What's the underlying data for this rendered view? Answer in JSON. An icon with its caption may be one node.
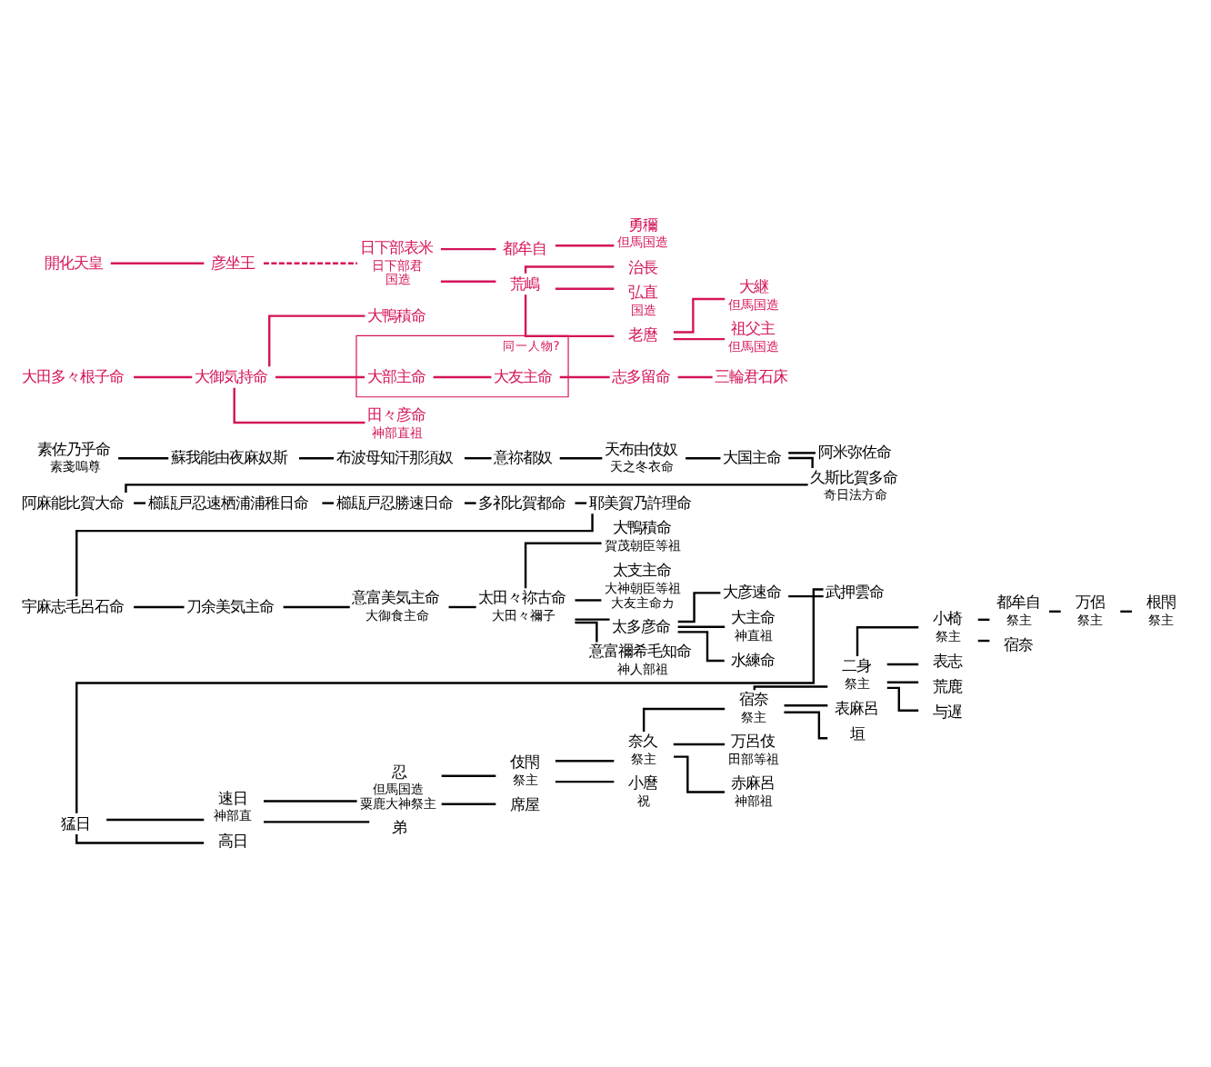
{
  "diagram": {
    "nodes": [
      {
        "text": [
          "素佐乃乎命"
        ],
        "beside": [
          "素戔嗚尊"
        ]
      },
      {
        "text": [
          "蘇我能由夜麻奴斯"
        ]
      },
      {
        "text": [
          "布波母知汗那須奴"
        ]
      },
      {
        "text": [
          "意祢都奴"
        ]
      },
      {
        "text": [
          "天布由伎奴"
        ],
        "beside": [
          "天之冬衣命"
        ]
      },
      {
        "text": [
          "大国主命"
        ]
      },
      {
        "text": [
          "阿米弥佐命"
        ]
      },
      {
        "text": [
          "久斯比賀多命"
        ],
        "beside": [
          "奇日法方命"
        ]
      },
      {
        "text": [
          "阿麻能比賀大命"
        ]
      },
      {
        "text": [
          "櫛瓺戸忍速栖浦浦稚日命"
        ]
      },
      {
        "text": [
          "櫛瓺戸忍勝速日命"
        ]
      },
      {
        "text": [
          "多祁比賀都命"
        ]
      },
      {
        "text": [
          "耶美賀乃許理命"
        ]
      },
      {
        "text": [
          "宇麻志毛呂石命"
        ]
      },
      {
        "text": [
          "刀余美気主命"
        ]
      },
      {
        "text": [
          "意富美気主命"
        ],
        "beside": [
          "大御食主命"
        ]
      },
      {
        "text": [
          "太田々祢古命"
        ],
        "beside": [
          "大田々禰子"
        ]
      },
      {
        "text": [
          "大鴨積命"
        ],
        "beside": [
          "賀茂朝臣等祖"
        ]
      },
      {
        "text": [
          "太支主命"
        ],
        "beside": [
          "大神朝臣等祖",
          "大友主命カ"
        ]
      },
      {
        "text": [
          "太多彦命"
        ]
      },
      {
        "text": [
          "大彦速命"
        ]
      },
      {
        "text": [
          "武押雲命"
        ]
      },
      {
        "text": [
          "大主命"
        ],
        "beside": [
          "神直祖"
        ]
      },
      {
        "text": [
          "水練命"
        ]
      },
      {
        "text": [
          "意富禰希毛知命"
        ],
        "beside": [
          "神人部祖"
        ]
      },
      {
        "text": [
          "猛日"
        ]
      },
      {
        "text": [
          "速日"
        ],
        "beside": [
          "神部直"
        ]
      },
      {
        "text": [
          "高日"
        ]
      },
      {
        "text": [
          "忍"
        ],
        "beside": [
          "但馬国造",
          "粟鹿大神祭主"
        ]
      },
      {
        "text": [
          "弟"
        ]
      },
      {
        "text": [
          "伎閇"
        ],
        "beside": [
          "祭主"
        ]
      },
      {
        "text": [
          "席屋"
        ]
      },
      {
        "text": [
          "奈久"
        ],
        "beside": [
          "祭主"
        ]
      },
      {
        "text": [
          "小麿"
        ],
        "beside": [
          "祝"
        ]
      },
      {
        "text": [
          "宿奈"
        ],
        "beside": [
          "祭主"
        ]
      },
      {
        "text": [
          "万呂伎"
        ],
        "beside": [
          "田部等祖"
        ]
      },
      {
        "text": [
          "赤麻呂"
        ],
        "beside": [
          "神部祖"
        ]
      },
      {
        "text": [
          "二身"
        ],
        "beside": [
          "祭主"
        ]
      },
      {
        "text": [
          "表麻呂"
        ]
      },
      {
        "text": [
          "垣"
        ]
      },
      {
        "text": [
          "小椅"
        ],
        "beside": [
          "祭主"
        ]
      },
      {
        "text": [
          "表志"
        ]
      },
      {
        "text": [
          "荒鹿"
        ]
      },
      {
        "text": [
          "与遅"
        ]
      },
      {
        "text": [
          "都牟自"
        ],
        "beside": [
          "祭主"
        ]
      },
      {
        "text": [
          "宿奈"
        ]
      },
      {
        "text": [
          "万侶"
        ],
        "beside": [
          "祭主"
        ]
      },
      {
        "text": [
          "根閇"
        ],
        "beside": [
          "祭主"
        ]
      },
      {
        "text": [
          "大田多々根子命"
        ]
      },
      {
        "text": [
          "大御気持命"
        ]
      },
      {
        "text": [
          "大鴨積命"
        ]
      },
      {
        "text": [
          "同一人物?"
        ]
      },
      {
        "text": [
          "大部主命"
        ],
        "in": 51
      },
      {
        "text": [
          "大友主命"
        ],
        "in": 51
      },
      {
        "text": [
          "志多留命"
        ]
      },
      {
        "text": [
          "三輪君石床"
        ]
      },
      {
        "text": [
          "田々彦命"
        ],
        "beside": [
          "神部直祖"
        ]
      },
      {
        "text": [
          "開化天皇"
        ]
      },
      {
        "text": [
          "彦坐王"
        ]
      },
      {
        "text": [
          "日下部表米"
        ],
        "beside": [
          "日下部君",
          "国造"
        ]
      },
      {
        "text": [
          "都牟自"
        ]
      },
      {
        "text": [
          "勇穪"
        ],
        "beside": [
          "但馬国造"
        ]
      },
      {
        "text": [
          "荒嶋"
        ]
      },
      {
        "text": [
          "治長"
        ]
      },
      {
        "text": [
          "弘直"
        ],
        "beside": [
          "国造"
        ]
      },
      {
        "text": [
          "老麿"
        ]
      },
      {
        "text": [
          "大継"
        ],
        "beside": [
          "但馬国造"
        ]
      },
      {
        "text": [
          "祖父主"
        ],
        "beside": [
          "但馬国造"
        ]
      }
    ],
    "edges": [
      {
        "from": 0,
        "to": 1,
        "arrow": "none"
      },
      {
        "from": 1,
        "to": 2,
        "arrow": "none"
      },
      {
        "from": 2,
        "to": 3,
        "arrow": "none"
      },
      {
        "from": 3,
        "to": 4,
        "arrow": "none"
      },
      {
        "from": 4,
        "to": 5,
        "arrow": "none"
      },
      {
        "from": 5,
        "to": 6,
        "arrow": "none"
      },
      {
        "from": 5,
        "to": 7,
        "arrow": "none"
      },
      {
        "from": 7,
        "to": 8,
        "arrow": "none"
      },
      {
        "from": 8,
        "to": 9,
        "arrow": "none"
      },
      {
        "from": 9,
        "to": 10,
        "arrow": "none"
      },
      {
        "from": 10,
        "to": 11,
        "arrow": "none"
      },
      {
        "from": 11,
        "to": 12,
        "arrow": "none"
      },
      {
        "from": 12,
        "to": 13,
        "arrow": "none"
      },
      {
        "from": 13,
        "to": 14,
        "arrow": "none"
      },
      {
        "from": 14,
        "to": 15,
        "arrow": "none"
      },
      {
        "from": 15,
        "to": 16,
        "arrow": "none"
      },
      {
        "from": 16,
        "to": 17,
        "arrow": "none"
      },
      {
        "from": 16,
        "to": 18,
        "arrow": "none"
      },
      {
        "from": 16,
        "to": 19,
        "arrow": "none"
      },
      {
        "from": 16,
        "to": 24,
        "arrow": "none"
      },
      {
        "from": 19,
        "to": 20,
        "arrow": "none"
      },
      {
        "from": 19,
        "to": 22,
        "arrow": "none"
      },
      {
        "from": 19,
        "to": 23,
        "arrow": "none"
      },
      {
        "from": 20,
        "to": 21,
        "arrow": "none"
      },
      {
        "from": 21,
        "to": 25,
        "arrow": "none"
      },
      {
        "from": 25,
        "to": 26,
        "arrow": "none"
      },
      {
        "from": 25,
        "to": 27,
        "arrow": "none"
      },
      {
        "from": 26,
        "to": 28,
        "arrow": "none"
      },
      {
        "from": 26,
        "to": 29,
        "arrow": "none"
      },
      {
        "from": 28,
        "to": 30,
        "arrow": "none"
      },
      {
        "from": 28,
        "to": 31,
        "arrow": "none"
      },
      {
        "from": 30,
        "to": 32,
        "arrow": "none"
      },
      {
        "from": 30,
        "to": 33,
        "arrow": "none"
      },
      {
        "from": 32,
        "to": 34,
        "arrow": "none"
      },
      {
        "from": 32,
        "to": 35,
        "arrow": "none"
      },
      {
        "from": 32,
        "to": 36,
        "arrow": "none"
      },
      {
        "from": 34,
        "to": 37,
        "arrow": "none"
      },
      {
        "from": 34,
        "to": 38,
        "arrow": "none"
      },
      {
        "from": 34,
        "to": 39,
        "arrow": "none"
      },
      {
        "from": 37,
        "to": 40,
        "arrow": "none"
      },
      {
        "from": 37,
        "to": 41,
        "arrow": "none"
      },
      {
        "from": 37,
        "to": 42,
        "arrow": "none"
      },
      {
        "from": 37,
        "to": 43,
        "arrow": "none"
      },
      {
        "from": 40,
        "to": 44,
        "arrow": "none"
      },
      {
        "from": 40,
        "to": 45,
        "arrow": "none"
      },
      {
        "from": 44,
        "to": 46,
        "arrow": "none"
      },
      {
        "from": 46,
        "to": 47,
        "arrow": "none"
      },
      {
        "from": 48,
        "to": 49,
        "arrow": "none",
        "color": "#d4145a"
      },
      {
        "from": 49,
        "to": 50,
        "arrow": "none",
        "color": "#d4145a"
      },
      {
        "from": 49,
        "to": 52,
        "arrow": "none",
        "color": "#d4145a"
      },
      {
        "from": 49,
        "to": 56,
        "arrow": "none",
        "color": "#d4145a"
      },
      {
        "from": 52,
        "to": 53,
        "arrow": "none",
        "color": "#d4145a"
      },
      {
        "from": 53,
        "to": 54,
        "arrow": "none",
        "color": "#d4145a"
      },
      {
        "from": 54,
        "to": 55,
        "arrow": "none",
        "color": "#d4145a"
      },
      {
        "from": 57,
        "to": 58,
        "arrow": "none",
        "color": "#d4145a"
      },
      {
        "from": 58,
        "to": 59,
        "arrow": "none",
        "style": "dashed",
        "color": "#d4145a"
      },
      {
        "from": 59,
        "to": 60,
        "arrow": "none",
        "color": "#d4145a"
      },
      {
        "from": 59,
        "to": 62,
        "arrow": "none",
        "color": "#d4145a"
      },
      {
        "from": 60,
        "to": 61,
        "arrow": "none",
        "color": "#d4145a"
      },
      {
        "from": 62,
        "to": 63,
        "arrow": "none",
        "color": "#d4145a"
      },
      {
        "from": 62,
        "to": 64,
        "arrow": "none",
        "color": "#d4145a"
      },
      {
        "from": 62,
        "to": 65,
        "arrow": "none",
        "color": "#d4145a"
      },
      {
        "from": 65,
        "to": 66,
        "arrow": "none",
        "color": "#d4145a"
      },
      {
        "from": 65,
        "to": 67,
        "arrow": "none",
        "color": "#d4145a"
      }
    ]
  }
}
